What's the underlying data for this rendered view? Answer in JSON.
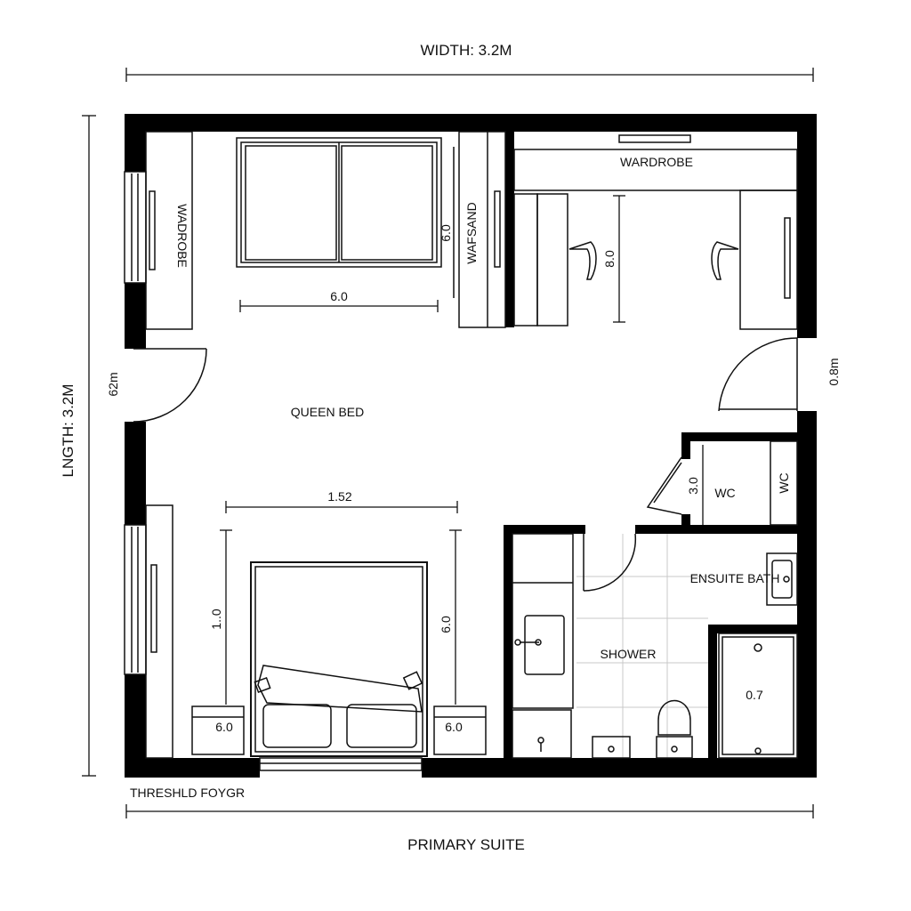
{
  "labels": {
    "width_dimension": "WIDTH: 3.2M",
    "length_dimension": "LNGTH: 3.2M",
    "suite_title": "PRIMARY SUITE",
    "foyer_label": "THRESHLD FOYGR",
    "wardrobe_left": "WADROBE",
    "wardrobe_top": "WARDROBE",
    "wardrobe_mirrored": "WAFSAND",
    "queen_bed": "QUEEN BED",
    "ensuite_bath": "ENSUITE BATH",
    "shower": "SHOWER",
    "wc_1": "WC",
    "wc_2": "WC",
    "door_width_left": "62m",
    "door_width_right": "0.8m"
  },
  "dimensions": {
    "window_width": "6.0",
    "wardrobe_height": "6.0",
    "desk_height": "8.0",
    "bed_width": "1.52",
    "bed_left_height": "1..0",
    "bed_right_height": "6.0",
    "nightstand_left": "6.0",
    "nightstand_right": "6.0",
    "wc_height": "3.0",
    "shower_size": "0.7"
  },
  "colors": {
    "wall": "#000000",
    "line": "#111111",
    "tile": "#c9c9c9",
    "background": "#ffffff"
  }
}
